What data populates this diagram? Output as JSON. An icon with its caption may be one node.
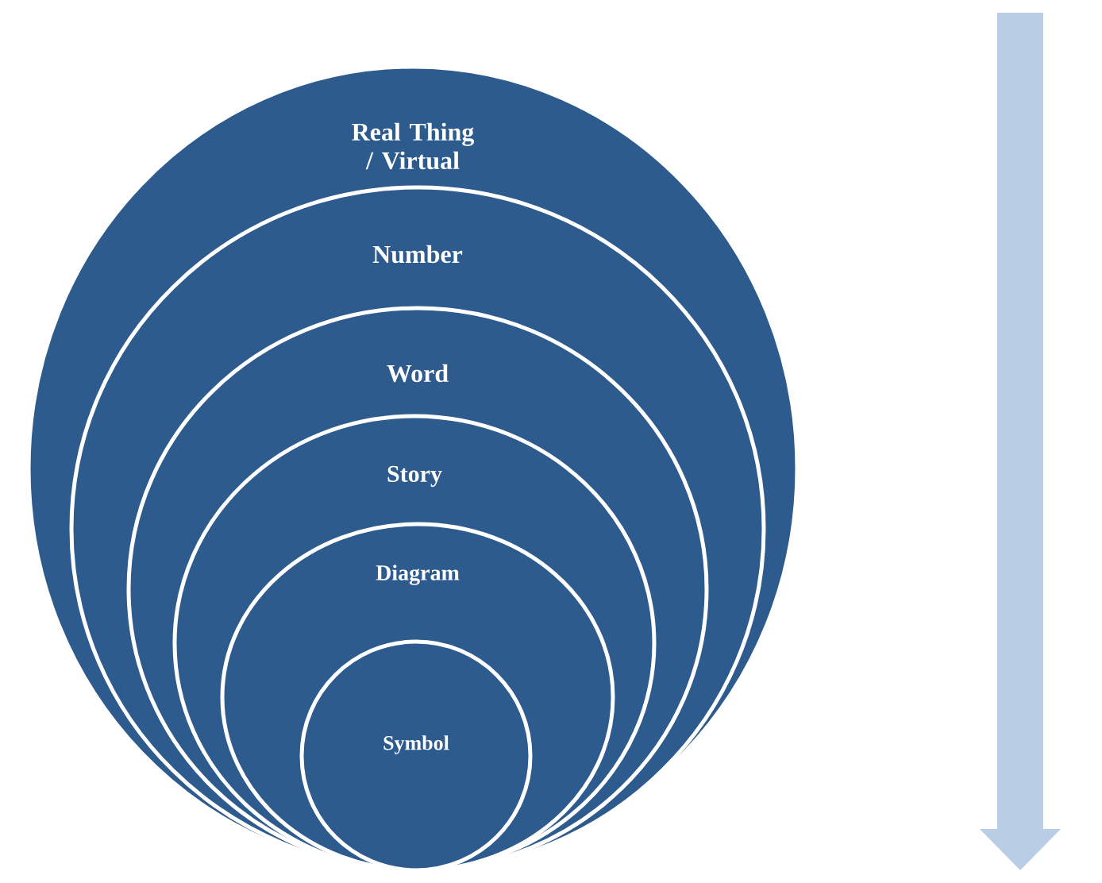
{
  "diagram": {
    "nodes": [
      {
        "text": [
          "Real Thing / Virtual"
        ]
      },
      {
        "text": [
          "Number"
        ],
        "in": 0
      },
      {
        "text": [
          "Word"
        ],
        "in": 1
      },
      {
        "text": [
          "Story"
        ],
        "in": 2
      },
      {
        "text": [
          "Diagram"
        ],
        "in": 3
      },
      {
        "text": [
          "Symbol"
        ],
        "in": 4
      }
    ]
  }
}
